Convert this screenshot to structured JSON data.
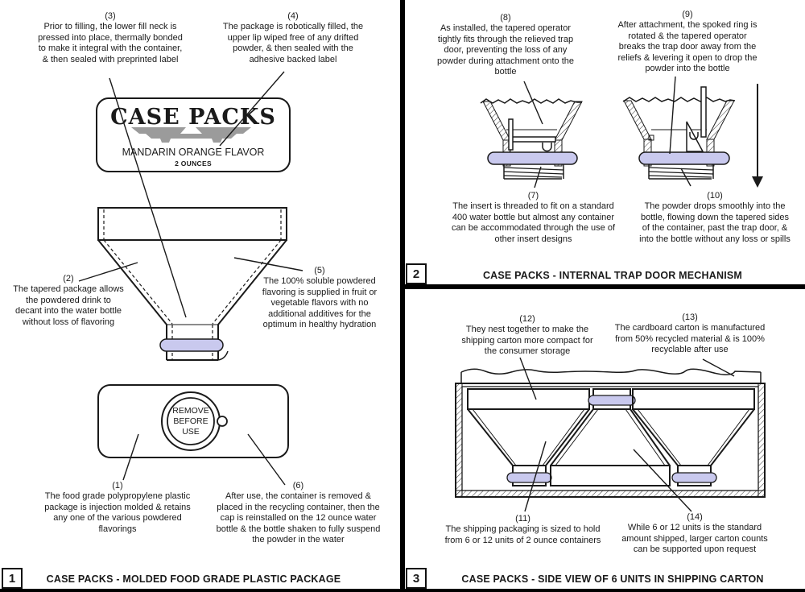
{
  "colors": {
    "ring_fill": "#c9c9ee",
    "line": "#1a1a1a",
    "logo_gray": "#9b9b9b"
  },
  "panel1": {
    "number": "1",
    "caption": "CASE PACKS - MOLDED FOOD GRADE PLASTIC PACKAGE",
    "label": {
      "brand": "CASE PACKS",
      "flavor": "MANDARIN ORANGE FLAVOR",
      "weight": "2 OUNCES"
    },
    "cap": {
      "line1": "REMOVE",
      "line2": "BEFORE",
      "line3": "USE"
    },
    "ann1": {
      "num": "(1)",
      "text": "The food grade polypropylene plastic package is injection molded & retains any one of the various powdered flavorings"
    },
    "ann2": {
      "num": "(2)",
      "text": "The tapered package allows the powdered drink to decant into the water bottle without loss of flavoring"
    },
    "ann3": {
      "num": "(3)",
      "text": "Prior to filling, the lower fill neck is pressed into place, thermally bonded to make it integral with the container, & then sealed with preprinted label"
    },
    "ann4": {
      "num": "(4)",
      "text": "The package is robotically filled, the upper lip wiped free of any drifted powder, & then sealed with the adhesive backed label"
    },
    "ann5": {
      "num": "(5)",
      "text": "The 100% soluble powdered flavoring is supplied in fruit or vegetable flavors with no additional additives for the optimum in healthy hydration"
    },
    "ann6": {
      "num": "(6)",
      "text": "After use, the container is removed & placed in the recycling container, then the cap is reinstalled on the 12 ounce water bottle & the bottle shaken to fully suspend the powder in the water"
    }
  },
  "panel2": {
    "number": "2",
    "caption": "CASE PACKS - INTERNAL TRAP DOOR MECHANISM",
    "ann7": {
      "num": "(7)",
      "text": "The insert is threaded to fit on a standard 400 water bottle but almost any container can be accommodated through the use of other insert designs"
    },
    "ann8": {
      "num": "(8)",
      "text": "As installed, the tapered operator tightly fits through the relieved trap door, preventing the loss of any powder during attachment onto the bottle"
    },
    "ann9": {
      "num": "(9)",
      "text": "After attachment, the spoked ring is rotated & the tapered operator breaks the trap door away from the reliefs & levering it open to drop the powder into the bottle"
    },
    "ann10": {
      "num": "(10)",
      "text": "The powder drops smoothly into the bottle, flowing down the tapered sides of the container, past the trap door, & into the bottle without any loss or spills"
    }
  },
  "panel3": {
    "number": "3",
    "caption": "CASE PACKS - SIDE VIEW OF 6 UNITS IN SHIPPING CARTON",
    "ann11": {
      "num": "(11)",
      "text": "The shipping packaging is sized to hold from 6 or 12 units of 2 ounce containers"
    },
    "ann12": {
      "num": "(12)",
      "text": "They nest together to make the shipping carton more compact for the consumer storage"
    },
    "ann13": {
      "num": "(13)",
      "text": "The cardboard carton is manufactured from 50% recycled material & is 100% recyclable after use"
    },
    "ann14": {
      "num": "(14)",
      "text": "While 6 or 12 units is the standard amount shipped, larger carton counts can be supported upon request"
    }
  }
}
